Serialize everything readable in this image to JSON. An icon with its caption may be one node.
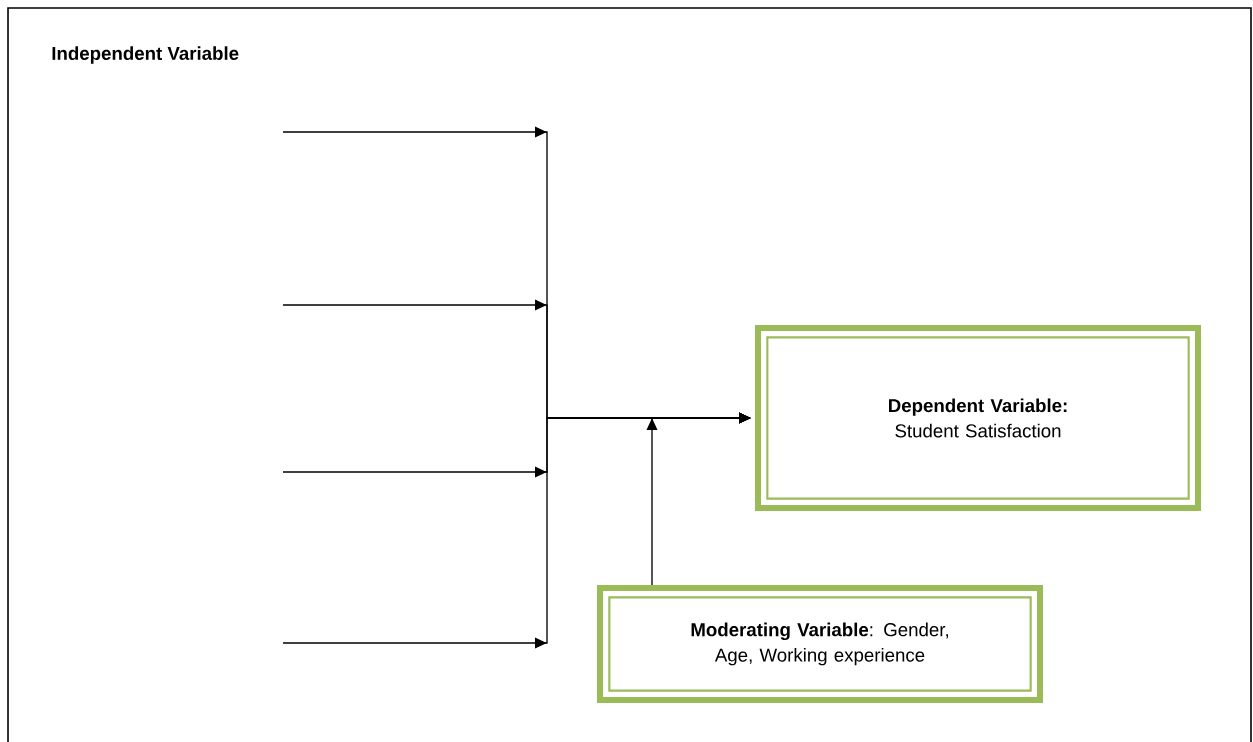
{
  "diagram": {
    "nodes": [
      {
        "text": [
          "Dependent Variable:",
          "Student Satisfaction"
        ]
      },
      {
        "text": [
          "**Moderating Variable**: Gender, Age, Working experience"
        ]
      }
    ],
    "edges": [
      {
        "from": null,
        "to": 0,
        "arrow": "to"
      },
      {
        "from": null,
        "to": 0,
        "arrow": "to"
      },
      {
        "from": null,
        "to": 0,
        "arrow": "to"
      },
      {
        "from": null,
        "to": 0,
        "arrow": "to"
      },
      {
        "from": 1,
        "to": 0,
        "arrow": "to"
      }
    ],
    "labels": [
      "Independent Variable"
    ]
  }
}
